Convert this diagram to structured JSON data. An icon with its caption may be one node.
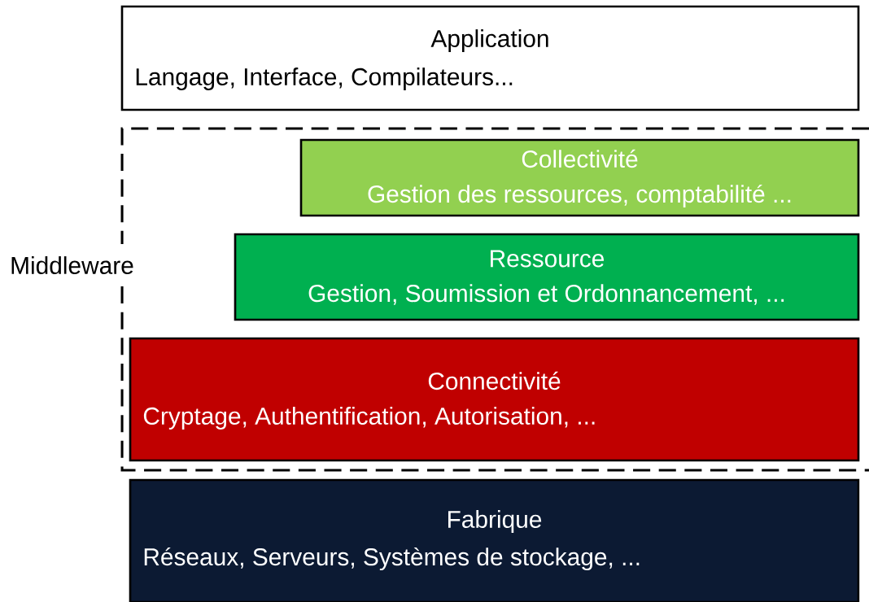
{
  "diagram": {
    "nodes": [
      {
        "text": [
          "Application",
          "Langage, Interface, Compilateurs..."
        ]
      },
      {
        "text": [
          "Middleware"
        ]
      },
      {
        "text": [
          "Collectivité",
          "Gestion des ressources, comptabilité ..."
        ],
        "in": 1
      },
      {
        "text": [
          "Ressource",
          "Gestion, Soumission et Ordonnancement, ..."
        ],
        "in": 1
      },
      {
        "text": [
          "Connectivité",
          "Cryptage, Authentification, Autorisation, ..."
        ],
        "in": 1
      },
      {
        "text": [
          "Fabrique",
          "Réseaux, Serveurs, Systèmes de stockage, ..."
        ]
      }
    ]
  }
}
